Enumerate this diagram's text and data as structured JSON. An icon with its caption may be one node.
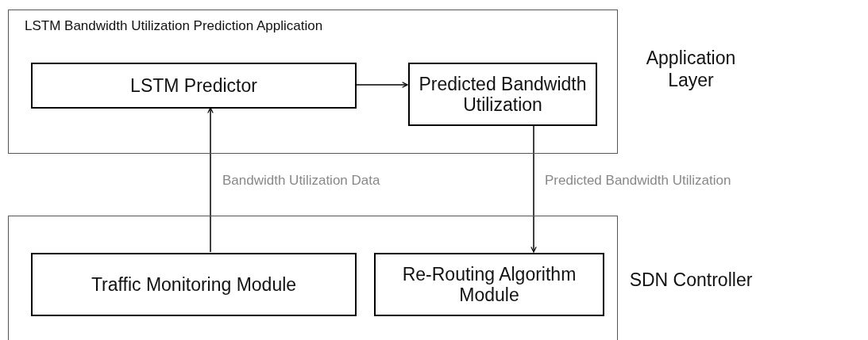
{
  "diagram": {
    "nodes": [
      {
        "text": [
          "LSTM Bandwidth Utilization Prediction Application"
        ],
        "beside": [
          "Application Layer"
        ]
      },
      {
        "text": [
          "LSTM Predictor"
        ],
        "in": 0
      },
      {
        "text": [
          "Predicted Bandwidth Utilization"
        ],
        "in": 0
      },
      {
        "text": [],
        "shape": "box",
        "beside": [
          "SDN Controller"
        ]
      },
      {
        "text": [
          "Traffic Monitoring Module"
        ],
        "in": 3
      },
      {
        "text": [
          "Re-Routing Algorithm Module"
        ],
        "in": 3
      }
    ],
    "edges": [
      {
        "from": 1,
        "to": 2,
        "arrow": "to"
      },
      {
        "from": 4,
        "to": 1,
        "arrow": "to",
        "label": "Bandwidth Utilization Data"
      },
      {
        "from": 2,
        "to": 5,
        "arrow": "to",
        "label": "Predicted Bandwidth Utilization"
      }
    ]
  }
}
